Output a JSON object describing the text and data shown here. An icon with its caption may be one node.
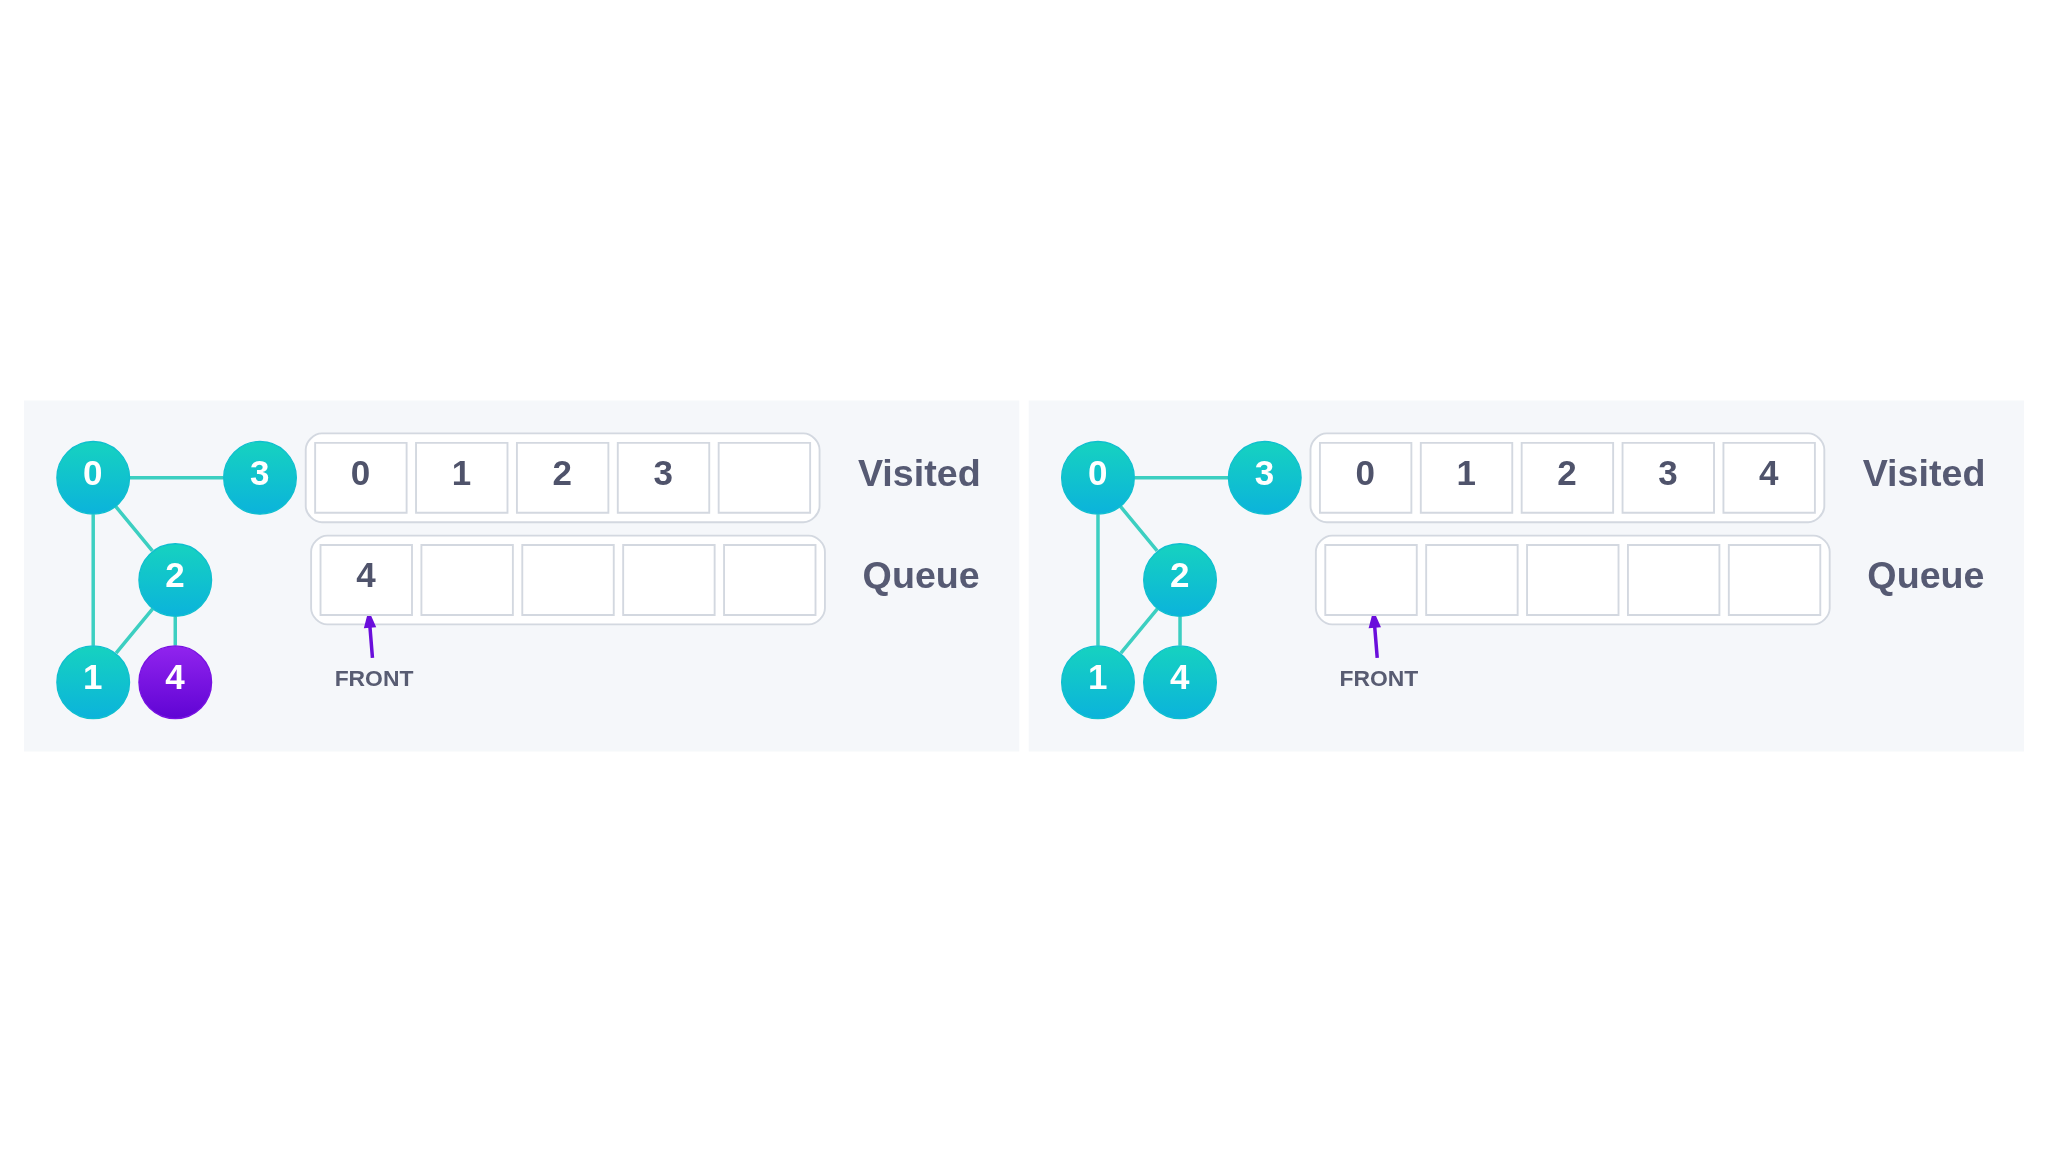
{
  "diagram": {
    "nodes": [
      {
        "text": [],
        "shape": "box"
      },
      {
        "text": [
          "0"
        ],
        "in": 0
      },
      {
        "text": [
          "3"
        ],
        "in": 0
      },
      {
        "text": [
          "2"
        ],
        "in": 0
      },
      {
        "text": [
          "1"
        ],
        "in": 0
      },
      {
        "text": [
          "4"
        ],
        "in": 0
      },
      {
        "text": [],
        "shape": "box",
        "in": 0,
        "beside": [
          "Visited"
        ]
      },
      {
        "text": [
          "0"
        ],
        "in": 6
      },
      {
        "text": [
          "1"
        ],
        "in": 6
      },
      {
        "text": [
          "2"
        ],
        "in": 6
      },
      {
        "text": [
          "3"
        ],
        "in": 6
      },
      {
        "text": [],
        "shape": "box",
        "in": 6
      },
      {
        "text": [],
        "shape": "box",
        "in": 0,
        "beside": [
          "Queue"
        ]
      },
      {
        "text": [
          "4"
        ],
        "in": 12
      },
      {
        "text": [],
        "shape": "box",
        "in": 12
      },
      {
        "text": [],
        "shape": "box",
        "in": 12
      },
      {
        "text": [],
        "shape": "box",
        "in": 12
      },
      {
        "text": [],
        "shape": "box",
        "in": 12
      },
      {
        "text": [
          "FRONT"
        ],
        "in": 0
      },
      {
        "text": [],
        "shape": "box"
      },
      {
        "text": [
          "0"
        ],
        "in": 19
      },
      {
        "text": [
          "3"
        ],
        "in": 19
      },
      {
        "text": [
          "2"
        ],
        "in": 19
      },
      {
        "text": [
          "1"
        ],
        "in": 19
      },
      {
        "text": [
          "4"
        ],
        "in": 19
      },
      {
        "text": [],
        "shape": "box",
        "in": 19,
        "beside": [
          "Visited"
        ]
      },
      {
        "text": [
          "0"
        ],
        "in": 25
      },
      {
        "text": [
          "1"
        ],
        "in": 25
      },
      {
        "text": [
          "2"
        ],
        "in": 25
      },
      {
        "text": [
          "3"
        ],
        "in": 25
      },
      {
        "text": [
          "4"
        ],
        "in": 25
      },
      {
        "text": [],
        "shape": "box",
        "in": 19,
        "beside": [
          "Queue"
        ]
      },
      {
        "text": [],
        "shape": "box",
        "in": 31
      },
      {
        "text": [],
        "shape": "box",
        "in": 31
      },
      {
        "text": [],
        "shape": "box",
        "in": 31
      },
      {
        "text": [],
        "shape": "box",
        "in": 31
      },
      {
        "text": [],
        "shape": "box",
        "in": 31
      },
      {
        "text": [
          "FRONT"
        ],
        "in": 19
      }
    ],
    "edges": [
      {
        "from": 1,
        "to": 2,
        "arrow": "none"
      },
      {
        "from": 3,
        "to": 1,
        "arrow": "none"
      },
      {
        "from": 4,
        "to": 1,
        "arrow": "none"
      },
      {
        "from": 4,
        "to": 3,
        "arrow": "none"
      },
      {
        "from": 5,
        "to": 3,
        "arrow": "none"
      },
      {
        "from": 18,
        "to": 13,
        "arrow": "to",
        "color": "#6a0edb"
      },
      {
        "from": 20,
        "to": 21,
        "arrow": "none"
      },
      {
        "from": 22,
        "to": 20,
        "arrow": "none"
      },
      {
        "from": 23,
        "to": 20,
        "arrow": "none"
      },
      {
        "from": 23,
        "to": 22,
        "arrow": "none"
      },
      {
        "from": 24,
        "to": 22,
        "arrow": "none"
      },
      {
        "from": 37,
        "to": 32,
        "arrow": "to",
        "color": "#6a0edb"
      }
    ]
  }
}
